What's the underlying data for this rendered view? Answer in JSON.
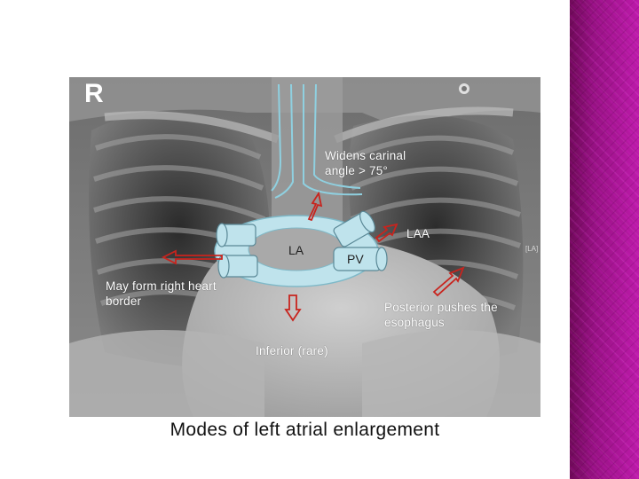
{
  "figure": {
    "side_marker": "R",
    "small_marker": "[LA]",
    "labels": {
      "carinal": "Widens carinal\nangle > 75°",
      "laa": "LAA",
      "right_heart": "May form right heart\nborder",
      "posterior": "Posterior pushes the\nesophagus",
      "inferior": "Inferior (rare)"
    },
    "diagram": {
      "la": "LA",
      "pv": "PV"
    },
    "caption": "Modes of left atrial enlargement"
  },
  "colors": {
    "diagram_fill": "#bfe3ec",
    "arrow_outline": "#c8241e",
    "side_band": "#8e2f83"
  }
}
